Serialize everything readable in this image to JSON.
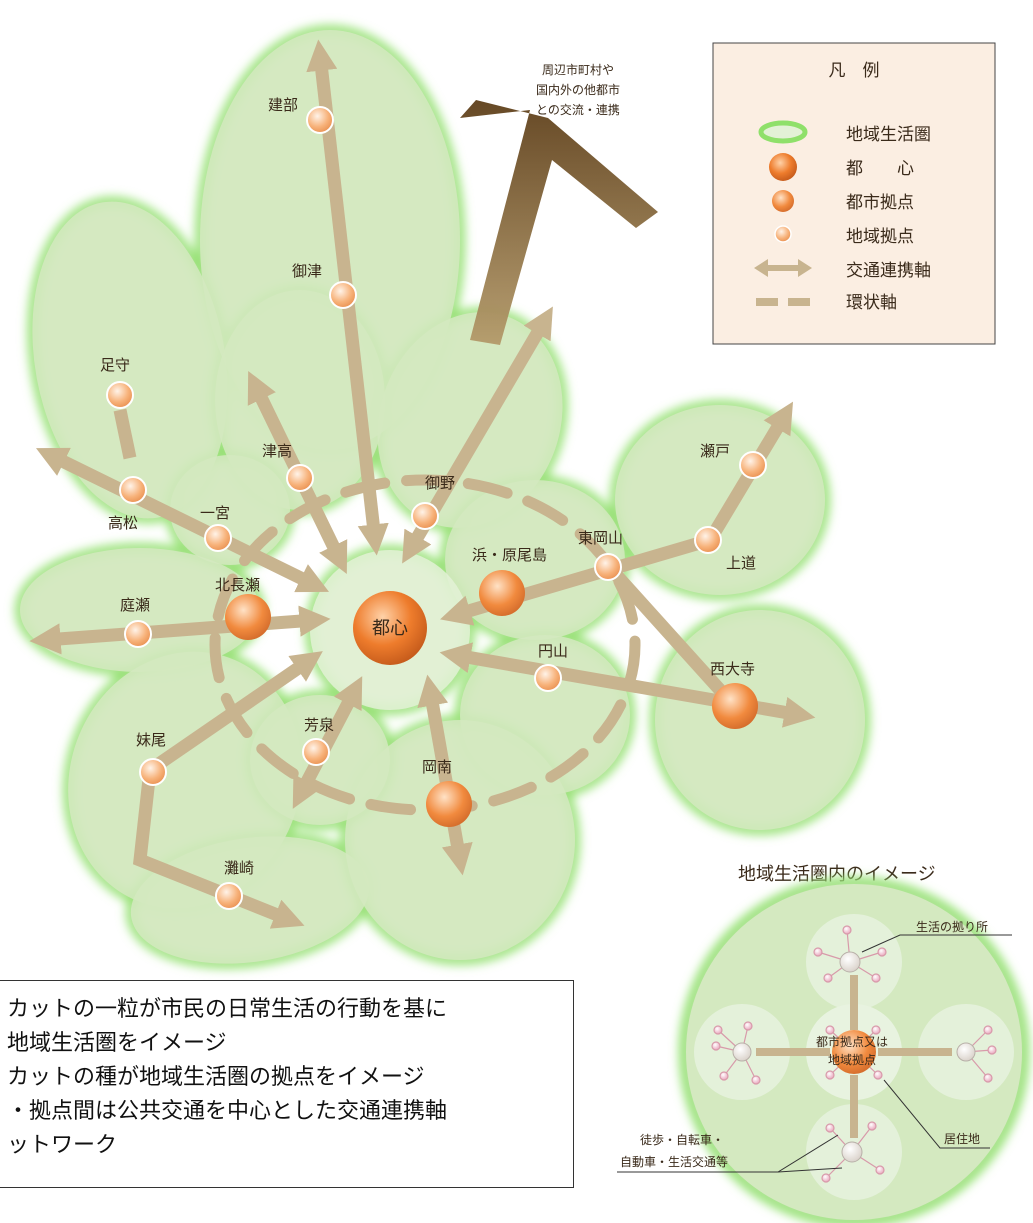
{
  "ext_note": [
    "周辺市町村や",
    "国内外の他都市",
    "との交流・連携"
  ],
  "legend": {
    "title": "凡　例",
    "items": [
      "地域生活圏",
      "都　　心",
      "都市拠点",
      "地域拠点",
      "交通連携軸",
      "環状軸"
    ]
  },
  "nodes": {
    "kenbu": "建部",
    "mitsu": "御津",
    "ashimori": "足守",
    "takamatsu": "高松",
    "ichinomiya": "一宮",
    "tsudaka": "津高",
    "mino": "御野",
    "kitanagase": "北長瀬",
    "niwase": "庭瀬",
    "setouchi_center": "都心",
    "hama": "浜・原尾島",
    "higashiokayama": "東岡山",
    "seto": "瀬戸",
    "joto": "上道",
    "maruyama": "円山",
    "saidaiji": "西大寺",
    "sekiho": "芳泉",
    "konan": "岡南",
    "seno": "妹尾",
    "nadasaki": "灘崎"
  },
  "inset": {
    "title": "地域生活圏内のイメージ",
    "center": [
      "都市拠点又は",
      "地域拠点"
    ],
    "hub_label": "生活の拠り所",
    "residence_label": "居住地",
    "transport_label": [
      "徒歩・自転車・",
      "自動車・生活交通等"
    ]
  },
  "notes": [
    "カットの一粒が市民の日常生活の行動を基に",
    "地域生活圏をイメージ",
    "カットの種が地域生活圏の拠点をイメージ",
    "・拠点間は公共交通を中心とした交通連携軸",
    "ットワーク"
  ],
  "colors": {
    "zone_fill": "#d4e9c0",
    "zone_glow": "#8fe06a",
    "axis": "#c8b48f",
    "center_node": "#e0701f",
    "node": "#f4a869",
    "ext_arrow": "#7a5a2e",
    "legend_bg": "#fbeee2"
  }
}
